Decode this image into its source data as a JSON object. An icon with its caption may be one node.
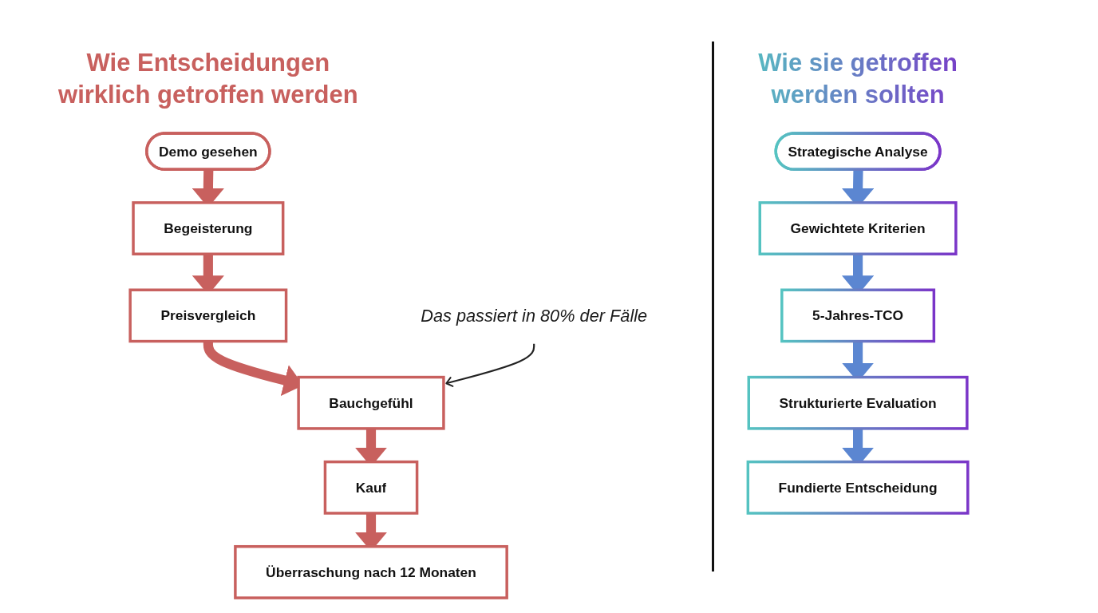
{
  "diagram": {
    "nodes": [
      {
        "text": [
          "Demo gesehen"
        ]
      },
      {
        "text": [
          "Begeisterung"
        ]
      },
      {
        "text": [
          "Preisvergleich"
        ]
      },
      {
        "text": [
          "Das passiert in 80% der Fälle"
        ]
      },
      {
        "text": [
          "Bauchgefühl"
        ]
      },
      {
        "text": [
          "Kauf"
        ]
      },
      {
        "text": [
          "Überraschung nach 12 Monaten"
        ]
      },
      {
        "text": [
          "Strategische Analyse"
        ]
      },
      {
        "text": [
          "Gewichtete Kriterien"
        ]
      },
      {
        "text": [
          "5-Jahres-TCO"
        ]
      },
      {
        "text": [
          "Strukturierte Evaluation"
        ]
      },
      {
        "text": [
          "Fundierte Entscheidung"
        ]
      }
    ],
    "edges": [
      {
        "from": 0,
        "to": 1,
        "arrow": "to",
        "color": "#c8605e"
      },
      {
        "from": 1,
        "to": 2,
        "arrow": "to",
        "color": "#c8605e"
      },
      {
        "from": 2,
        "to": 4,
        "arrow": "to",
        "color": "#c8605e"
      },
      {
        "from": 4,
        "to": 5,
        "arrow": "to",
        "color": "#c8605e"
      },
      {
        "from": 5,
        "to": 6,
        "arrow": "to",
        "color": "#c8605e"
      },
      {
        "from": 3,
        "to": 4,
        "arrow": "to",
        "color": "#222222"
      },
      {
        "from": 7,
        "to": 8,
        "arrow": "to",
        "color": "#5b86d1"
      },
      {
        "from": 8,
        "to": 9,
        "arrow": "to",
        "color": "#5b86d1"
      },
      {
        "from": 9,
        "to": 10,
        "arrow": "to",
        "color": "#5b86d1"
      },
      {
        "from": 10,
        "to": 11,
        "arrow": "to",
        "color": "#5b86d1"
      }
    ],
    "labels": [
      "Wie Entscheidungen wirklich getroffen werden",
      "Wie sie getroffen werden sollten"
    ]
  }
}
